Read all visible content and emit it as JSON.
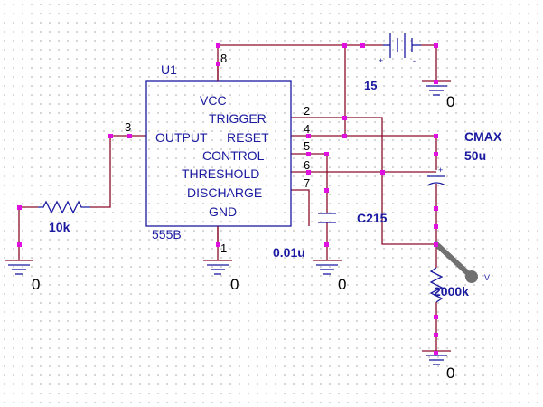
{
  "chip": {
    "ref": "U1",
    "model": "555B",
    "pins": {
      "vcc": "VCC",
      "trigger": "TRIGGER",
      "output": "OUTPUT",
      "reset": "RESET",
      "control": "CONTROL",
      "threshold": "THRESHOLD",
      "discharge": "DISCHARGE",
      "gnd": "GND"
    },
    "pin_numbers": {
      "vcc": "8",
      "trigger": "2",
      "output": "3",
      "reset": "4",
      "control": "5",
      "threshold": "6",
      "discharge": "7",
      "gnd": "1"
    }
  },
  "battery": {
    "value": "15",
    "plus": "+",
    "minus": "-"
  },
  "resistor_in": {
    "value": "10k"
  },
  "cap_control": {
    "ref": "C215",
    "value": "0.01u"
  },
  "cap_timing": {
    "ref": "CMAX",
    "value": "50u",
    "plus": "+"
  },
  "pot": {
    "value": "2000k",
    "probe": "V"
  },
  "grounds": [
    "0",
    "0",
    "0",
    "0",
    "0"
  ],
  "colors": {
    "wire": "#8a0d2a",
    "component": "#1a1aa0",
    "node": "#e010e0"
  }
}
